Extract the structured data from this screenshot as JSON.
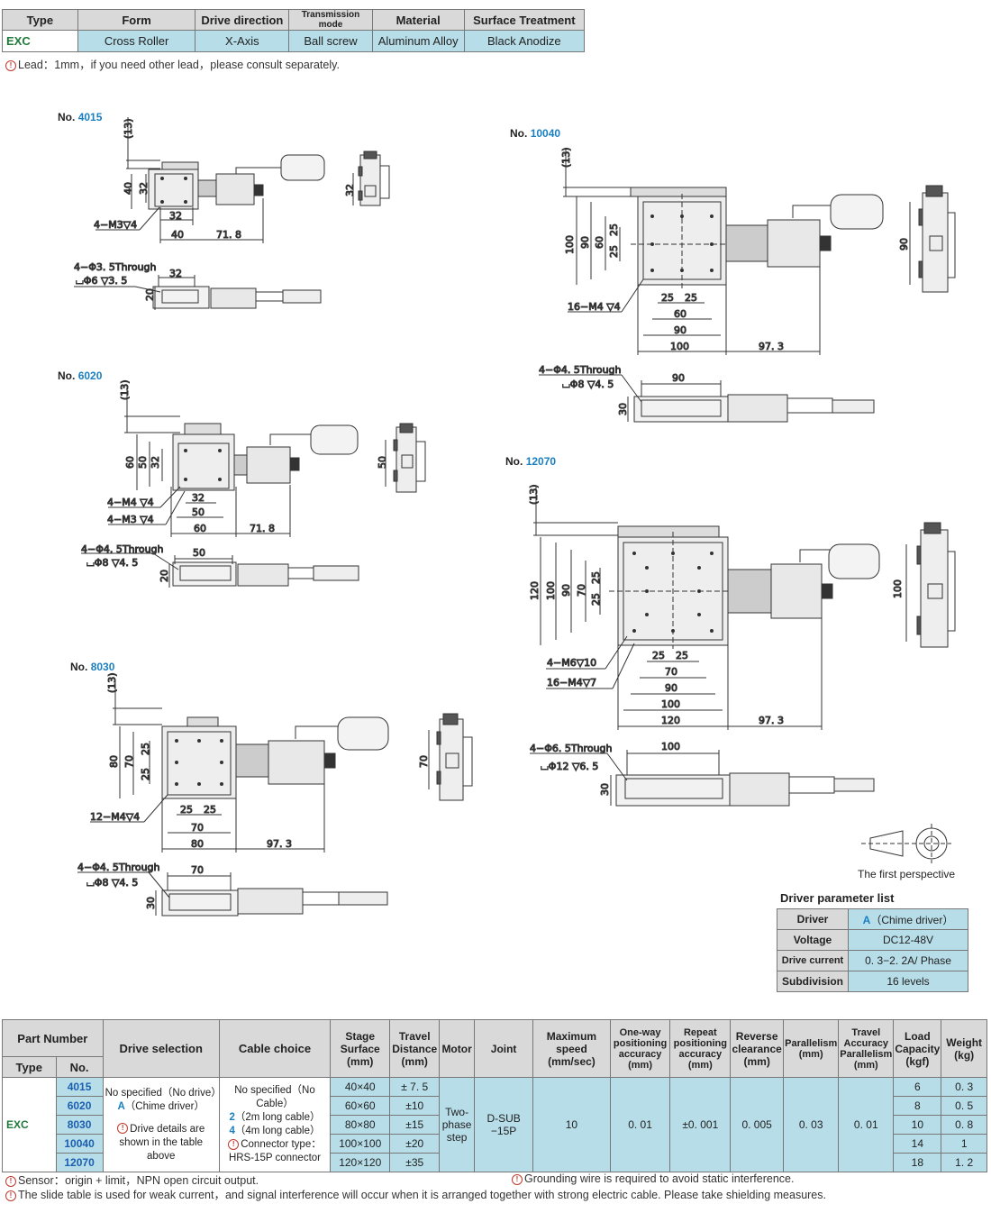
{
  "top_table": {
    "headers": [
      "Type",
      "Form",
      "Drive direction",
      "Transmission mode",
      "Material",
      "Surface Treatment"
    ],
    "values": [
      "EXC",
      "Cross  Roller",
      "X-Axis",
      "Ball screw",
      "Aluminum Alloy",
      "Black Anodize"
    ]
  },
  "lead_note": "Lead：1mm，if you need other lead，please consult separately.",
  "drawings": {
    "no_prefix": "No.",
    "d4015": {
      "num": "4015",
      "thirteen": "(13)",
      "h1": "40",
      "h2": "32",
      "w1": "32",
      "w2": "40",
      "w3": "71. 8",
      "side": "32",
      "tap": "4−M3▽4",
      "through1": "4−Φ3. 5Through",
      "through2": "⌴Φ6 ▽3. 5",
      "bot_w": "32",
      "bot_h": "20"
    },
    "d6020": {
      "num": "6020",
      "thirteen": "(13)",
      "h1": "60",
      "h2": "50",
      "h3": "32",
      "w1": "32",
      "w2": "50",
      "w3": "60",
      "w4": "71. 8",
      "side": "50",
      "tap1": "4−M4 ▽4",
      "tap2": "4−M3 ▽4",
      "through1": "4−Φ4. 5Through",
      "through2": "⌴Φ8 ▽4. 5",
      "bot_w": "50",
      "bot_h": "20"
    },
    "d8030": {
      "num": "8030",
      "thirteen": "(13)",
      "h1": "80",
      "h2": "70",
      "h3": "25",
      "h4": "25",
      "w1": "25",
      "w2": "25",
      "w3": "70",
      "w4": "80",
      "w5": "97. 3",
      "side": "70",
      "tap": "12−M4▽4",
      "through1": "4−Φ4. 5Through",
      "through2": "⌴Φ8 ▽4. 5",
      "bot_w": "70",
      "bot_h": "30"
    },
    "d10040": {
      "num": "10040",
      "thirteen": "(13)",
      "h1": "100",
      "h2": "90",
      "h3": "60",
      "h4": "25",
      "h5": "25",
      "w1": "25",
      "w2": "25",
      "w3": "60",
      "w4": "90",
      "w5": "100",
      "w6": "97. 3",
      "side": "90",
      "tap": "16−M4 ▽4",
      "through1": "4−Φ4. 5Through",
      "through2": "⌴Φ8 ▽4. 5",
      "bot_w": "90",
      "bot_h": "30"
    },
    "d12070": {
      "num": "12070",
      "thirteen": "(13)",
      "h1": "120",
      "h2": "100",
      "h3": "90",
      "h4": "70",
      "h5": "25",
      "h6": "25",
      "w1": "25",
      "w2": "25",
      "w3": "70",
      "w4": "90",
      "w5": "100",
      "w6": "120",
      "w7": "97. 3",
      "side": "100",
      "tap1": "4−M6▽10",
      "tap2": "16−M4▽7",
      "through1": "4−Φ6. 5Through",
      "through2": "⌴Φ12 ▽6. 5",
      "bot_w": "100",
      "bot_h": "30"
    }
  },
  "perspective_label": "The first perspective",
  "driver": {
    "title": "Driver parameter list",
    "rows": [
      {
        "k": "Driver",
        "v_prefix": "A",
        "v": "（Chime driver）"
      },
      {
        "k": "Voltage",
        "v": "DC12-48V"
      },
      {
        "k": "Drive current",
        "v": "0. 3−2. 2A/ Phase"
      },
      {
        "k": "Subdivision",
        "v": "16  levels"
      }
    ]
  },
  "spec": {
    "h_part": "Part Number",
    "h_type": "Type",
    "h_no": "No.",
    "h_drive": "Drive selection",
    "h_cable": "Cable choice",
    "h_stage": "Stage Surface (mm)",
    "h_travel": "Travel Distance (mm)",
    "h_motor": "Motor",
    "h_joint": "Joint",
    "h_speed": "Maximum speed (mm/sec)",
    "h_oneway": "One-way positioning accuracy (mm)",
    "h_repeat": "Repeat positioning accuracy (mm)",
    "h_reverse": "Reverse clearance (mm)",
    "h_parallel": "Parallelism (mm)",
    "h_tap": "Travel Accuracy Parallelism (mm)",
    "h_load": "Load Capacity (kgf)",
    "h_weight": "Weight (kg)",
    "type": "EXC",
    "drive_1": "No specified（No drive）",
    "drive_2a": "A",
    "drive_2b": "（Chime driver）",
    "drive_3": "Drive details are shown in the table above",
    "cable_1": "No specified（No Cable）",
    "cable_2a": "2",
    "cable_2b": "（2m long cable）",
    "cable_3a": "4",
    "cable_3b": "（4m long cable）",
    "cable_4": "Connector type：HRS-15P connector",
    "motor": "Two-phase step",
    "joint": "D-SUB −15P",
    "speed": "10",
    "oneway": "0. 01",
    "repeat": "±0. 001",
    "reverse": "0. 005",
    "parallel": "0. 03",
    "tap": "0. 01",
    "rows": [
      {
        "no": "4015",
        "stage": "40×40",
        "travel": "±  7. 5",
        "load": "6",
        "weight": "0. 3"
      },
      {
        "no": "6020",
        "stage": "60×60",
        "travel": "±10",
        "load": "8",
        "weight": "0. 5"
      },
      {
        "no": "8030",
        "stage": "80×80",
        "travel": "±15",
        "load": "10",
        "weight": "0. 8"
      },
      {
        "no": "10040",
        "stage": "100×100",
        "travel": "±20",
        "load": "14",
        "weight": "1"
      },
      {
        "no": "12070",
        "stage": "120×120",
        "travel": "±35",
        "load": "18",
        "weight": "1. 2"
      }
    ]
  },
  "footnotes": {
    "sensor": "Sensor：origin + limit，NPN open circuit output.",
    "ground": "Grounding wire is required to avoid static interference.",
    "slide": "The slide table is used for weak current，and signal interference will occur when it is arranged together with strong electric cable.  Please take shielding measures."
  }
}
